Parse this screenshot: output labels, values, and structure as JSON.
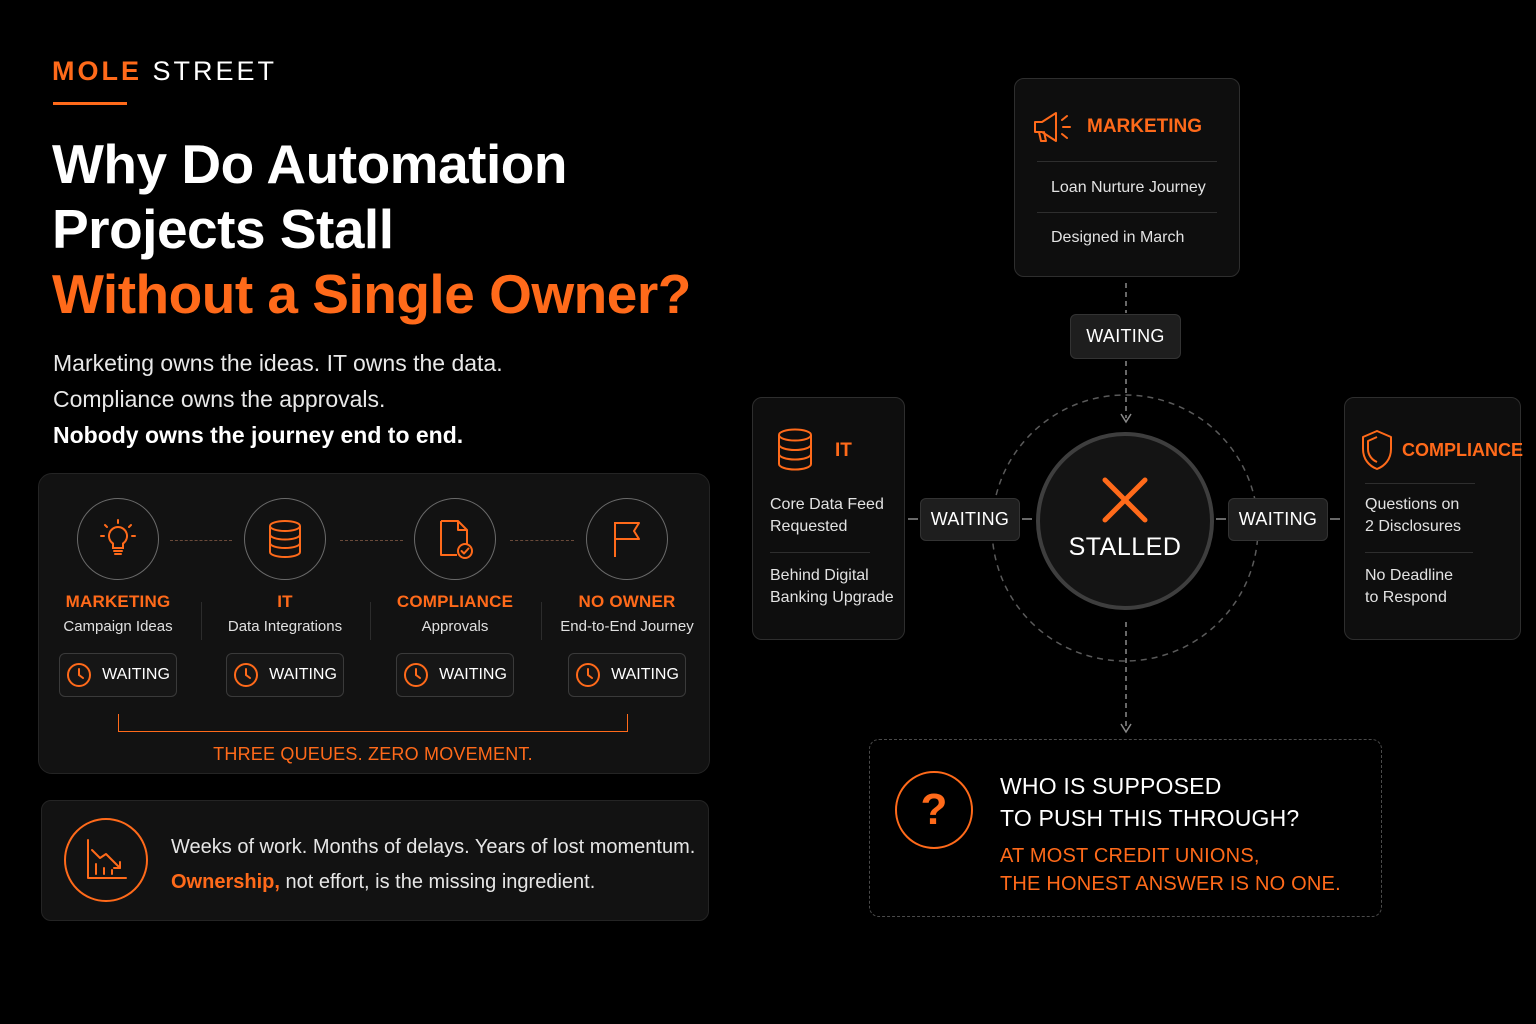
{
  "brand": {
    "part1": "MOLE",
    "part2": "STREET"
  },
  "headline": {
    "line1": "Why Do Automation",
    "line2": "Projects Stall",
    "line3": "Without a Single Owner?"
  },
  "intro": {
    "line1": "Marketing owns the ideas. IT owns the data.",
    "line2": "Compliance owns the approvals.",
    "line3": "Nobody owns the journey end to end."
  },
  "queues": [
    {
      "title": "MARKETING",
      "subtitle": "Campaign Ideas",
      "status": "WAITING",
      "icon": "lightbulb-icon"
    },
    {
      "title": "IT",
      "subtitle": "Data Integrations",
      "status": "WAITING",
      "icon": "database-icon"
    },
    {
      "title": "COMPLIANCE",
      "subtitle": "Approvals",
      "status": "WAITING",
      "icon": "document-check-icon"
    },
    {
      "title": "NO OWNER",
      "subtitle": "End-to-End Journey",
      "status": "WAITING",
      "icon": "flag-icon"
    }
  ],
  "queues_caption": "THREE QUEUES. ZERO MOVEMENT.",
  "statement": {
    "line1": "Weeks of work. Months of delays. Years of lost momentum.",
    "highlight": "Ownership,",
    "line2_rest": " not effort, is the missing ingredient."
  },
  "diagram": {
    "marketing": {
      "title": "MARKETING",
      "items": [
        "Loan Nurture Journey",
        "Designed in March"
      ],
      "icon": "megaphone-icon"
    },
    "it": {
      "title": "IT",
      "items": [
        [
          "Core Data Feed",
          "Requested"
        ],
        [
          "Behind Digital",
          "Banking Upgrade"
        ]
      ],
      "icon": "database-icon"
    },
    "compliance": {
      "title": "COMPLIANCE",
      "items": [
        [
          "Questions on",
          "2 Disclosures"
        ],
        [
          "No Deadline",
          "to Respond"
        ]
      ],
      "icon": "shield-icon"
    },
    "waiting_label": "WAITING",
    "center_label": "STALLED"
  },
  "question": {
    "head1": "WHO IS SUPPOSED",
    "head2": "TO PUSH THIS THROUGH?",
    "sub1": "AT MOST CREDIT UNIONS,",
    "sub2": "THE HONEST ANSWER IS NO ONE.",
    "symbol": "?"
  },
  "colors": {
    "accent": "#ff6a1a",
    "background": "#000000",
    "card": "#121212"
  }
}
